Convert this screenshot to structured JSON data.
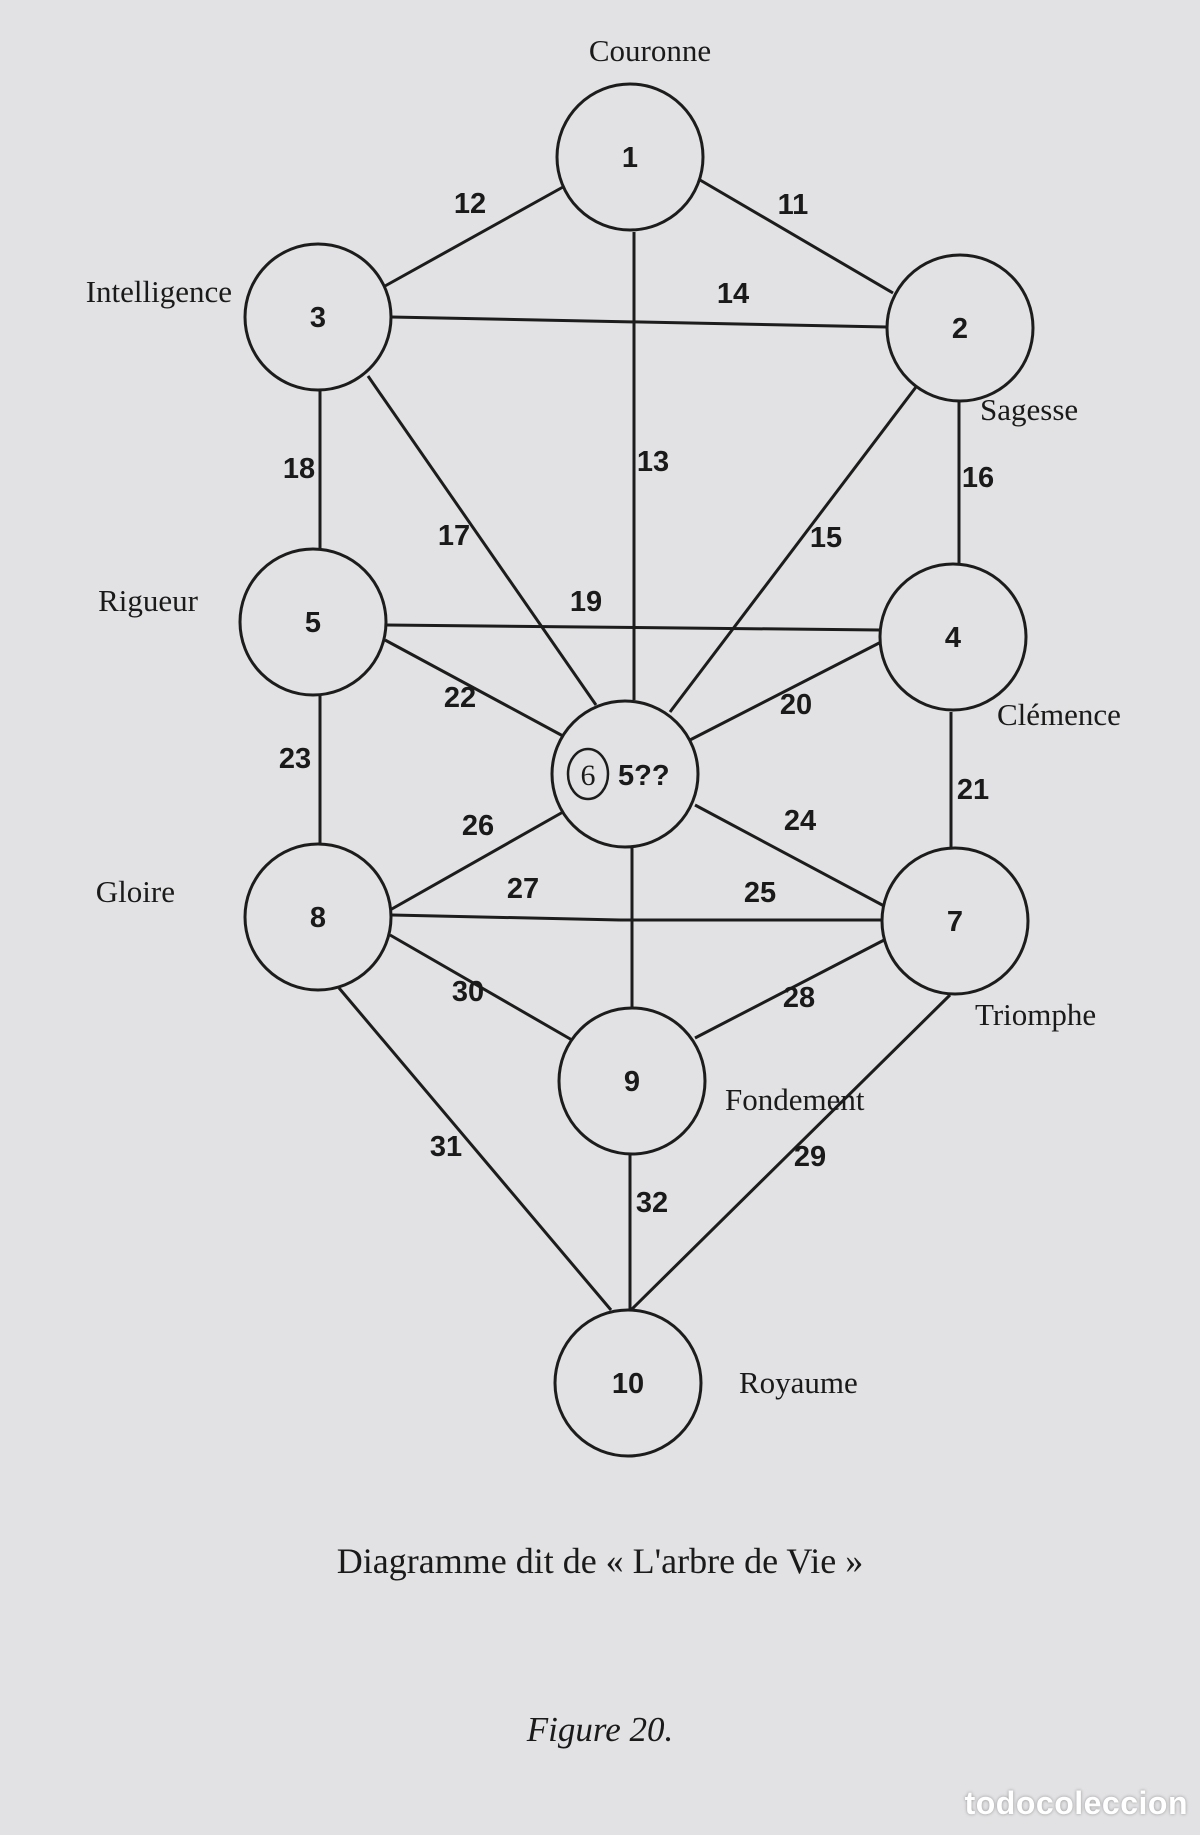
{
  "diagram": {
    "nodes": [
      {
        "id": "1",
        "label": "1",
        "name": "Couronne"
      },
      {
        "id": "2",
        "label": "2",
        "name": "Sagesse"
      },
      {
        "id": "3",
        "label": "3",
        "name": "Intelligence"
      },
      {
        "id": "4",
        "label": "4",
        "name": "Clémence"
      },
      {
        "id": "5",
        "label": "5",
        "name": "Rigueur"
      },
      {
        "id": "6",
        "label": "5??",
        "name": ""
      },
      {
        "id": "7",
        "label": "7",
        "name": "Triomphe"
      },
      {
        "id": "8",
        "label": "8",
        "name": "Gloire"
      },
      {
        "id": "9",
        "label": "9",
        "name": "Fondement"
      },
      {
        "id": "10",
        "label": "10",
        "name": "Royaume"
      }
    ],
    "edges": [
      {
        "from": "1",
        "to": "2",
        "label": "11"
      },
      {
        "from": "1",
        "to": "3",
        "label": "12"
      },
      {
        "from": "1",
        "to": "6",
        "label": "13"
      },
      {
        "from": "3",
        "to": "2",
        "label": "14"
      },
      {
        "from": "2",
        "to": "6",
        "label": "15"
      },
      {
        "from": "2",
        "to": "4",
        "label": "16"
      },
      {
        "from": "3",
        "to": "6",
        "label": "17"
      },
      {
        "from": "3",
        "to": "5",
        "label": "18"
      },
      {
        "from": "5",
        "to": "4",
        "label": "19"
      },
      {
        "from": "4",
        "to": "6",
        "label": "20"
      },
      {
        "from": "4",
        "to": "7",
        "label": "21"
      },
      {
        "from": "5",
        "to": "6",
        "label": "22"
      },
      {
        "from": "5",
        "to": "8",
        "label": "23"
      },
      {
        "from": "6",
        "to": "7",
        "label": "24"
      },
      {
        "from": "8",
        "to": "7",
        "label": "25"
      },
      {
        "from": "8",
        "to": "6",
        "label": "26"
      },
      {
        "from": "8",
        "to": "7",
        "label": "27"
      },
      {
        "from": "9",
        "to": "7",
        "label": "28"
      },
      {
        "from": "7",
        "to": "10",
        "label": "29"
      },
      {
        "from": "8",
        "to": "9",
        "label": "30"
      },
      {
        "from": "8",
        "to": "10",
        "label": "31"
      },
      {
        "from": "9",
        "to": "10",
        "label": "32"
      },
      {
        "from": "6",
        "to": "9",
        "label": ""
      }
    ],
    "annotation": {
      "handwritten_mark": "6"
    }
  },
  "caption": "Diagramme dit de « L'arbre de Vie »",
  "figure_label": "Figure 20.",
  "watermark": "todocoleccion"
}
